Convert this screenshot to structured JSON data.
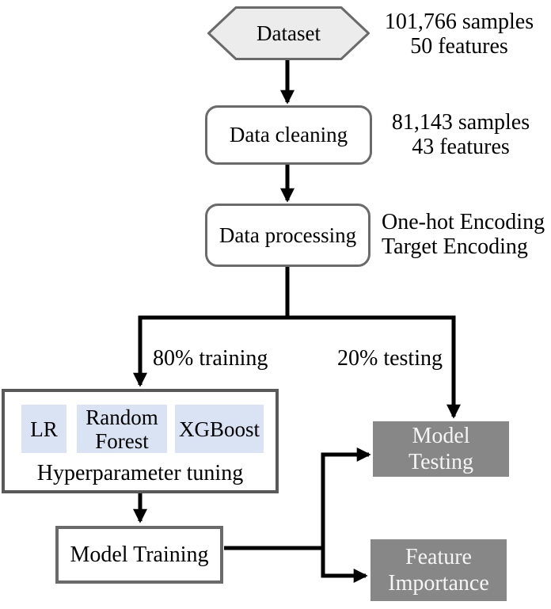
{
  "colors": {
    "line": "#000000",
    "text": "#000000",
    "shape_border": "#6a6a6a",
    "panel_border": "#595959",
    "hex_fill": "#ececec",
    "box_fill": "#ffffff",
    "model_chip_fill": "#dae3f3",
    "output_fill": "#878787",
    "output_text": "#f5f5f5"
  },
  "flow": {
    "dataset": {
      "label": "Dataset",
      "note": {
        "line1": "101,766 samples",
        "line2": "50 features"
      }
    },
    "data_cleaning": {
      "label": "Data cleaning",
      "note": {
        "line1": "81,143 samples",
        "line2": "43 features"
      }
    },
    "data_processing": {
      "label": "Data processing",
      "note": {
        "line1": "One-hot Encoding",
        "line2": "Target Encoding"
      }
    },
    "split": {
      "training_label": "80% training",
      "testing_label": "20% testing"
    },
    "hyperparameter_tuning": {
      "models": [
        "LR",
        "Random Forest",
        "XGBoost"
      ],
      "label": "Hyperparameter tuning"
    },
    "model_training": {
      "label": "Model Training"
    },
    "model_testing": {
      "line1": "Model",
      "line2": "Testing"
    },
    "feature_importance": {
      "line1": "Feature",
      "line2": "Importance"
    }
  }
}
